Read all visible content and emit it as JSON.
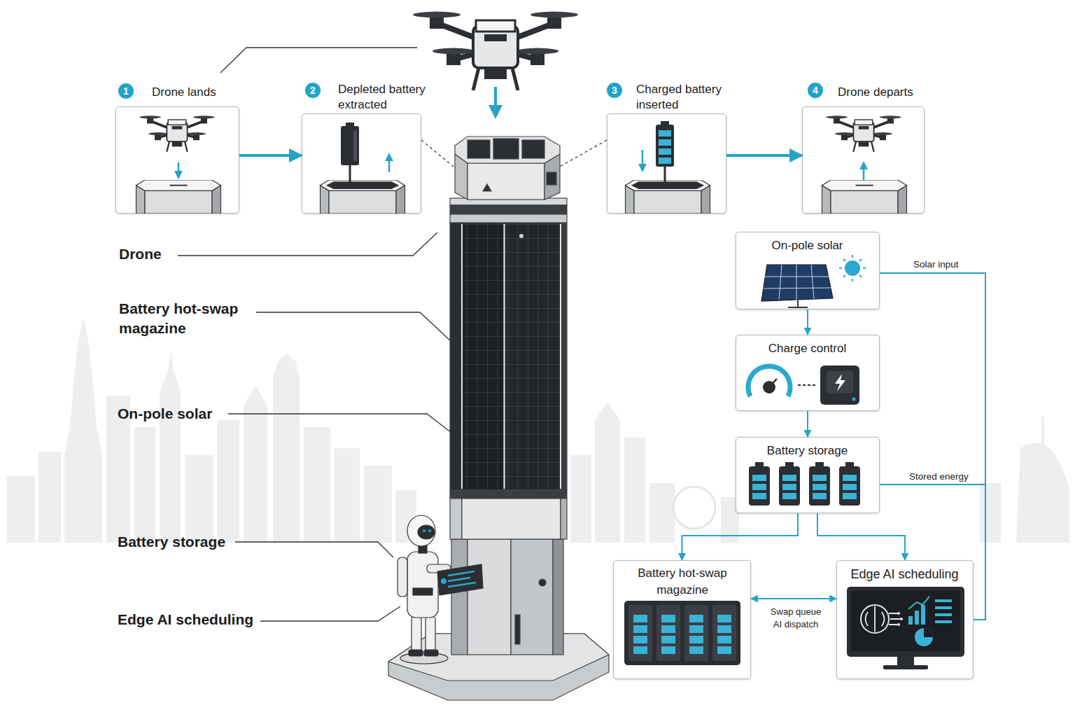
{
  "diagram": {
    "nodes": [
      {
        "text": [
          "Drone lands"
        ]
      },
      {
        "text": [
          "Depleted battery extracted"
        ]
      },
      {
        "text": [
          "Charged battery inserted"
        ]
      },
      {
        "text": [
          "Drone departs"
        ]
      },
      {
        "text": [
          "On-pole solar"
        ]
      },
      {
        "text": [
          "Charge control"
        ]
      },
      {
        "text": [
          "Battery storage"
        ]
      },
      {
        "text": [
          "Battery hot-swap magazine"
        ]
      },
      {
        "text": [
          "Edge AI scheduling"
        ]
      }
    ],
    "edges": [
      {
        "from": 0,
        "to": 1,
        "arrow": "to"
      },
      {
        "from": 2,
        "to": 3,
        "arrow": "to"
      },
      {
        "from": 4,
        "to": 5,
        "arrow": "to"
      },
      {
        "from": 5,
        "to": 6,
        "arrow": "to"
      },
      {
        "from": 6,
        "to": 7,
        "arrow": "to"
      },
      {
        "from": 6,
        "to": 8,
        "arrow": "to"
      },
      {
        "from": 7,
        "to": 8,
        "label": "Swap queue AI dispatch",
        "arrow": "both"
      },
      {
        "from": 4,
        "to": 8,
        "label": "Solar input",
        "arrow": "none"
      },
      {
        "from": 6,
        "to": 8,
        "label": "Stored energy",
        "arrow": "none"
      }
    ],
    "labels": [
      "1",
      "2",
      "3",
      "4",
      "Drone",
      "Battery hot-swap magazine",
      "On-pole solar",
      "Battery storage",
      "Edge AI scheduling"
    ]
  }
}
